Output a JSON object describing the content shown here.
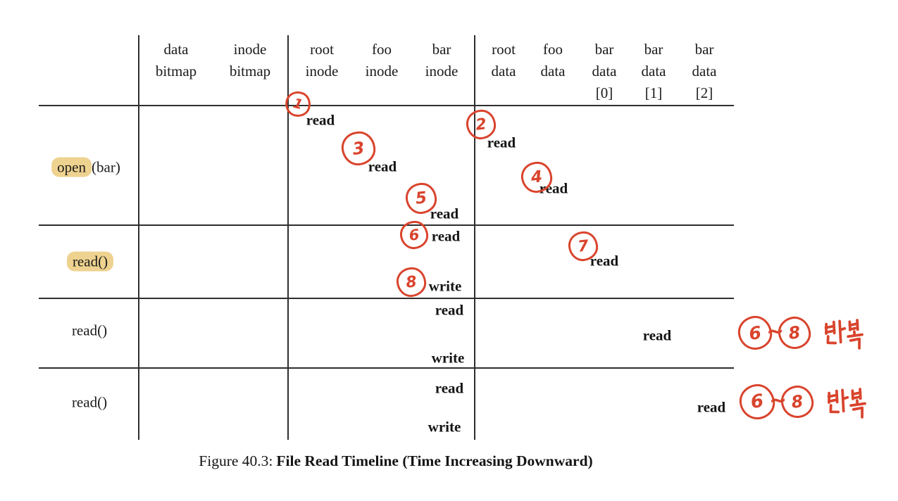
{
  "colors": {
    "annotation_red": "#d9442d",
    "highlight_tan": "#eed28f",
    "grid_line": "#2e2e2e"
  },
  "table": {
    "columns": [
      {
        "id": "data-bitmap",
        "lines": [
          "data",
          "bitmap"
        ]
      },
      {
        "id": "inode-bitmap",
        "lines": [
          "inode",
          "bitmap"
        ]
      },
      {
        "id": "root-inode",
        "lines": [
          "root",
          "inode"
        ]
      },
      {
        "id": "foo-inode",
        "lines": [
          "foo",
          "inode"
        ]
      },
      {
        "id": "bar-inode",
        "lines": [
          "bar",
          "inode"
        ]
      },
      {
        "id": "root-data",
        "lines": [
          "root",
          "data"
        ]
      },
      {
        "id": "foo-data",
        "lines": [
          "foo",
          "data"
        ]
      },
      {
        "id": "bar-data-0",
        "lines": [
          "bar",
          "data",
          "[0]"
        ]
      },
      {
        "id": "bar-data-1",
        "lines": [
          "bar",
          "data",
          "[1]"
        ]
      },
      {
        "id": "bar-data-2",
        "lines": [
          "bar",
          "data",
          "[2]"
        ]
      }
    ],
    "rows": [
      {
        "label": "open(bar)",
        "highlight": "open",
        "plain": "(bar)"
      },
      {
        "label": "read()",
        "highlight": "read()",
        "plain": ""
      },
      {
        "label": "read()",
        "highlight": "",
        "plain": "read()"
      },
      {
        "label": "read()",
        "highlight": "",
        "plain": "read()"
      }
    ],
    "ops": [
      {
        "label": "read",
        "target": "root inode",
        "row": "open(bar)"
      },
      {
        "label": "read",
        "target": "root data",
        "row": "open(bar)"
      },
      {
        "label": "read",
        "target": "foo inode",
        "row": "open(bar)"
      },
      {
        "label": "read",
        "target": "foo data",
        "row": "open(bar)"
      },
      {
        "label": "read",
        "target": "bar inode",
        "row": "open(bar)"
      },
      {
        "label": "read",
        "target": "bar inode",
        "row": "read() 1"
      },
      {
        "label": "read",
        "target": "bar data [0]",
        "row": "read() 1"
      },
      {
        "label": "write",
        "target": "bar inode",
        "row": "read() 1"
      },
      {
        "label": "read",
        "target": "bar inode",
        "row": "read() 2"
      },
      {
        "label": "read",
        "target": "bar data [1]",
        "row": "read() 2"
      },
      {
        "label": "write",
        "target": "bar inode",
        "row": "read() 2"
      },
      {
        "label": "read",
        "target": "bar inode",
        "row": "read() 3"
      },
      {
        "label": "read",
        "target": "bar data [2]",
        "row": "read() 3"
      },
      {
        "label": "write",
        "target": "bar inode",
        "row": "read() 3"
      }
    ],
    "steps": [
      "1",
      "2",
      "3",
      "4",
      "5",
      "6",
      "7",
      "8"
    ]
  },
  "annotations": [
    {
      "from": "6",
      "sep": "~",
      "to": "8",
      "text": "반복"
    },
    {
      "from": "6",
      "sep": "~",
      "to": "8",
      "text": "반복"
    }
  ],
  "caption": {
    "prefix": "Figure 40.3:",
    "title": "File Read Timeline (Time Increasing Downward)"
  }
}
